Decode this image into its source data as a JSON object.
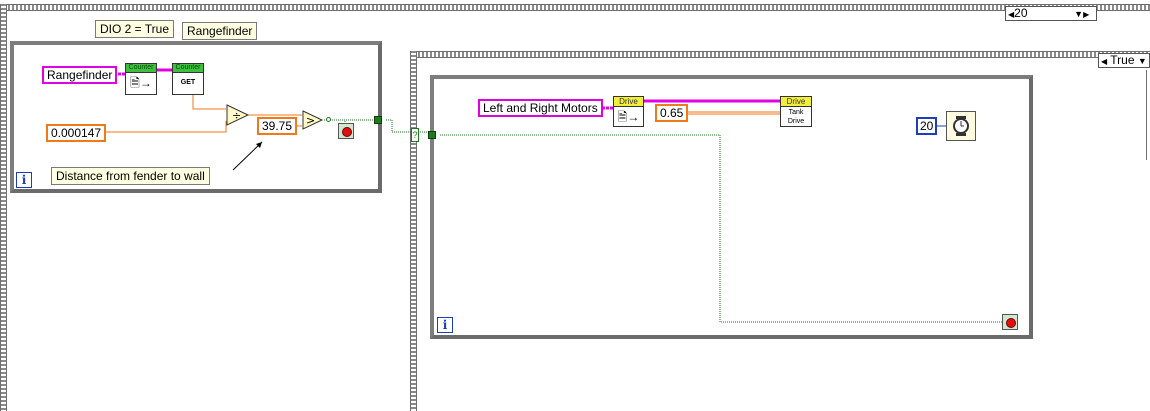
{
  "outer_case": {
    "selector_value": "20"
  },
  "inner_case": {
    "selector_value": "True"
  },
  "loop1": {
    "labels": {
      "dio": "DIO 2 = True",
      "rangefinder": "Rangefinder"
    },
    "control_rangefinder": "Rangefinder",
    "counter_open": {
      "header": "Counter"
    },
    "counter_get": {
      "header": "Counter",
      "body": "GET"
    },
    "constant_factor": "0.000147",
    "constant_threshold": "39.75",
    "comment": "Distance from fender to wall",
    "iteration_label": "i"
  },
  "loop2": {
    "control_motors": "Left and Right Motors",
    "drive_open": {
      "header": "Drive"
    },
    "drive_tank": {
      "header": "Drive",
      "body_line1": "Tank",
      "body_line2": "Drive"
    },
    "constant_speed": "0.65",
    "wait_ms": "20",
    "iteration_label": "i"
  },
  "colors": {
    "ref_wire": "#e000e0",
    "numeric_wire": "#f07a1a",
    "bool_wire": "#1e7a1e",
    "int_const": "#1a3fb8"
  }
}
